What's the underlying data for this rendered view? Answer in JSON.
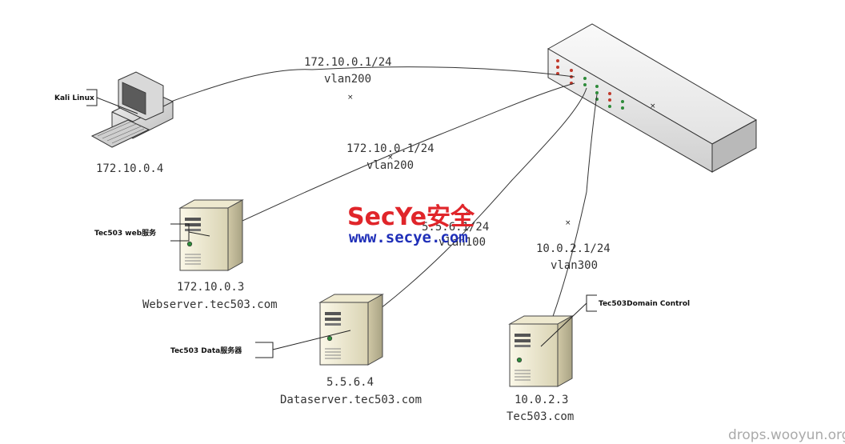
{
  "devices": {
    "kali": {
      "tag": "Kali Linux",
      "ip": "172.10.0.4"
    },
    "web": {
      "tag": "Tec503 web服务",
      "ip": "172.10.0.3",
      "host": "Webserver.tec503.com"
    },
    "data": {
      "tag": "Tec503 Data服务器",
      "ip": "5.5.6.4",
      "host": "Dataserver.tec503.com"
    },
    "dc": {
      "tag": "Tec503Domain Control",
      "ip": "10.0.2.3",
      "host": "Tec503.com"
    }
  },
  "links": {
    "kali": {
      "subnet": "172.10.0.1/24",
      "vlan": "vlan200"
    },
    "web": {
      "subnet": "172.10.0.1/24",
      "vlan": "vlan200"
    },
    "data": {
      "subnet": "5.5.6.1/24",
      "vlan": "vlan100"
    },
    "dc": {
      "subnet": "10.0.2.1/24",
      "vlan": "vlan300"
    }
  },
  "watermark": {
    "brand": "SecYe安全",
    "url": "www.secye.com"
  },
  "credit": "drops.wooyun.org",
  "colors": {
    "line": "#333333",
    "tower_fill": "#f4efd6",
    "switch_fill": "#f2f2f2",
    "led_red": "#c0392b",
    "led_green": "#2e8b3a"
  }
}
